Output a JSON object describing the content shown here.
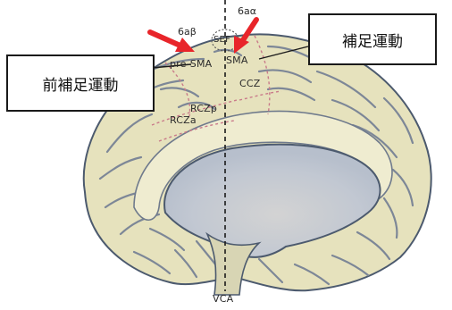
{
  "callouts": {
    "pre_sma_jp": "前補足運動",
    "sma_jp": "補足運動"
  },
  "labels": {
    "six_a_beta": "6aβ",
    "six_a_alpha": "6aα",
    "sef": "SEF",
    "pre_sma": "pre-SMA",
    "sma": "SMA",
    "ccz": "CCZ",
    "rczp": "RCZp",
    "rcza": "RCZa",
    "vca": "VCA"
  },
  "colors": {
    "arrow": "#e8252a",
    "brain_fill": "#e9e5c0",
    "brain_shade": "#c9c6a8",
    "region_dash": "#c97a8a",
    "line": "#1a1a1a"
  }
}
